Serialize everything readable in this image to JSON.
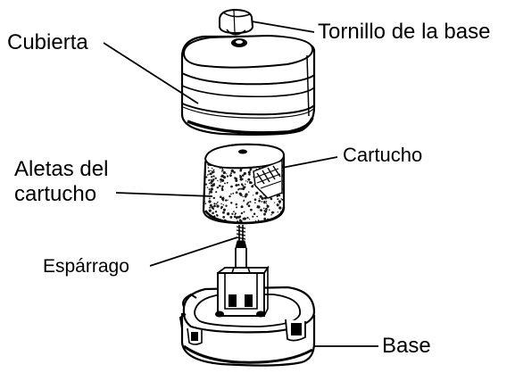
{
  "diagram": {
    "labels": {
      "cover": "Cubierta",
      "base_screw": "Tornillo de la base",
      "cartridge": "Cartucho",
      "cartridge_fins_line1": "Aletas del",
      "cartridge_fins_line2": "cartucho",
      "stud": "Espárrago",
      "base": "Base"
    },
    "colors": {
      "ink": "#000000",
      "paper": "#ffffff",
      "filter_speckle": "#1a1a1a"
    }
  }
}
